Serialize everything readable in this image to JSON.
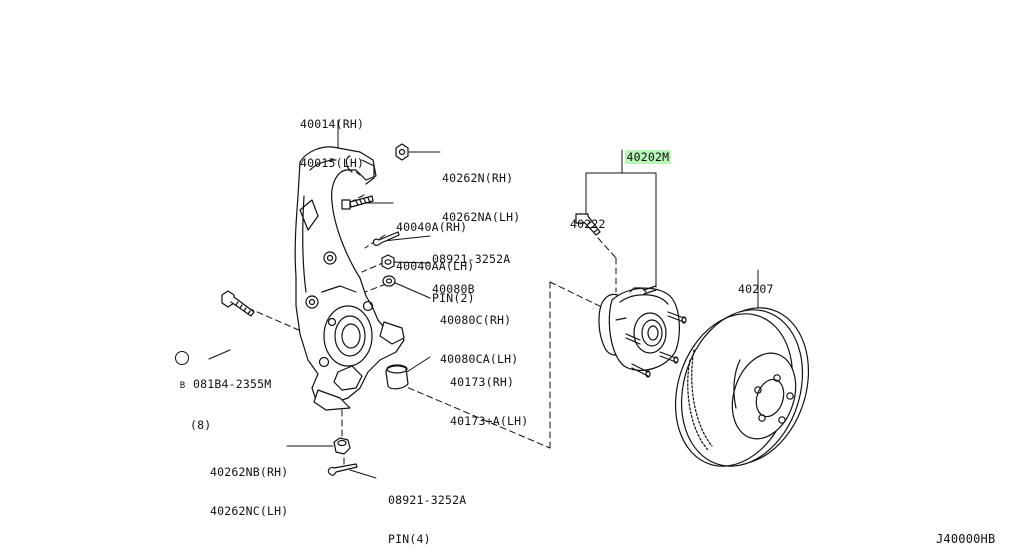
{
  "diagram": {
    "drawing_id": "J40000HB",
    "highlight_color": "#b6f5b6",
    "line_color": "#111111",
    "parts": {
      "knuckle": {
        "number_rh": "40014(RH)",
        "number_lh": "40015(LH)"
      },
      "upper_nut": {
        "number_rh": "40262N(RH)",
        "number_lh": "40262NA(LH)"
      },
      "upper_bolt": {
        "number_rh": "40040A(RH)",
        "number_lh": "40040AA(LH)"
      },
      "upper_pin": {
        "number": "08921-3252A",
        "qty": "PIN(2)"
      },
      "nut_b": {
        "number": "40080B"
      },
      "washer": {
        "number_rh": "40080C(RH)",
        "number_lh": "40080CA(LH)"
      },
      "hub_bolt_left": {
        "prefix": "B",
        "number": "081B4-2355M",
        "qty": "(8)"
      },
      "dust_cover": {
        "number_rh": "40173(RH)",
        "number_lh": "40173+A(LH)"
      },
      "lower_nut": {
        "number_rh": "40262NB(RH)",
        "number_lh": "40262NC(LH)"
      },
      "lower_pin": {
        "number": "08921-3252A",
        "qty": "PIN(4)"
      },
      "hub_assembly": {
        "number": "40202M"
      },
      "hub_bolt": {
        "number": "40222"
      },
      "rotor": {
        "number": "40207"
      }
    }
  }
}
